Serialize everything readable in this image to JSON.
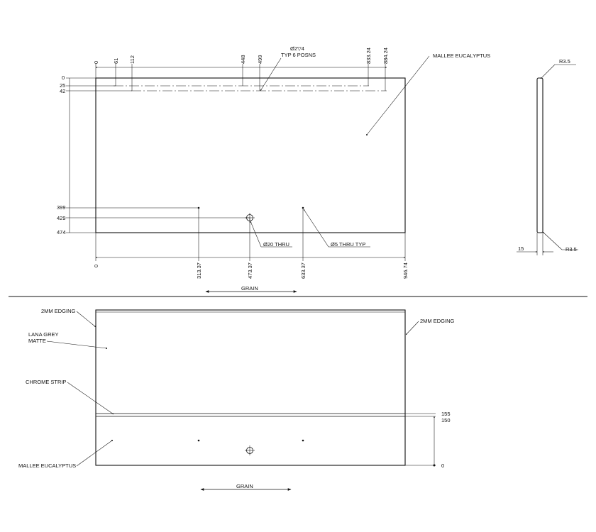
{
  "top_view": {
    "x_dims_top": [
      "0",
      "61",
      "112",
      "448",
      "499",
      "833.24",
      "884.24"
    ],
    "x_dims_bottom": [
      "0",
      "313.37",
      "473.37",
      "633.37",
      "946.74"
    ],
    "y_dims_left_top": [
      "0",
      "25",
      "42"
    ],
    "y_dims_left_bottom": [
      "399",
      "429",
      "474"
    ],
    "hole_callout_line1": "Ø2▽4",
    "hole_callout_line2": "TYP 6 POSNS",
    "material_label": "MALLEE EUCALYPTUS",
    "thru20_label": "Ø20 THRU",
    "thru5_label": "Ø5 THRU TYP",
    "grain_label": "GRAIN"
  },
  "side_view": {
    "radius_top": "R3.5",
    "radius_bottom": "R3.5",
    "thickness": "15"
  },
  "front_view": {
    "edging_left": "2MM EDGING",
    "edging_right": "2MM EDGING",
    "lana_line1": "LANA GREY",
    "lana_line2": "MATTE",
    "chrome_label": "CHROME STRIP",
    "mallee_label": "MALLEE EUCALYPTUS",
    "right_dims": [
      "155",
      "150",
      "0"
    ],
    "grain_label": "GRAIN"
  }
}
